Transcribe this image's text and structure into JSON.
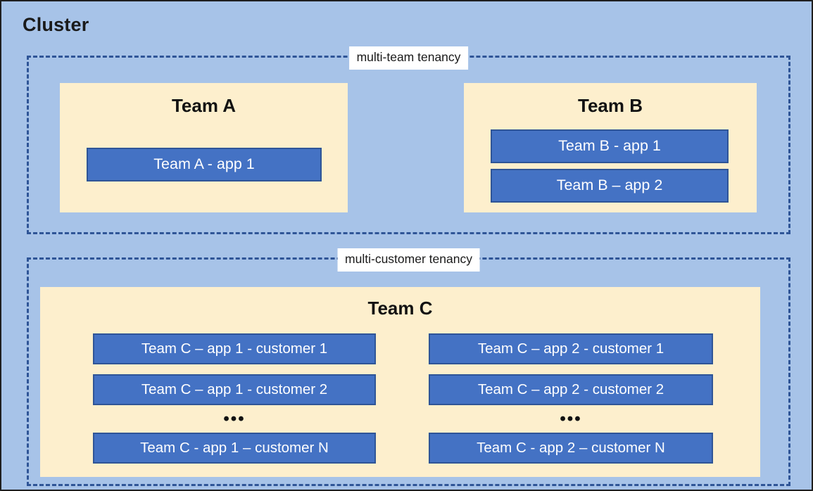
{
  "diagram": {
    "title": "Cluster",
    "background_color": "#A7C3E8",
    "accent_blue": "#4472C4",
    "border_blue": "#2F5597",
    "panel_yellow": "#FDEFCD",
    "ellipsis": "•••"
  },
  "groups": [
    {
      "id": "multi-team",
      "label": "multi-team tenancy",
      "teams": [
        {
          "id": "team-a",
          "heading": "Team A",
          "apps": [
            {
              "id": "team-a-app-1",
              "label": "Team A - app 1"
            }
          ]
        },
        {
          "id": "team-b",
          "heading": "Team B",
          "apps": [
            {
              "id": "team-b-app-1",
              "label": "Team B - app 1"
            },
            {
              "id": "team-b-app-2",
              "label": "Team B – app 2"
            }
          ]
        }
      ]
    },
    {
      "id": "multi-customer",
      "label": "multi-customer tenancy",
      "teams": [
        {
          "id": "team-c",
          "heading": "Team C",
          "columns": [
            {
              "id": "team-c-app-1",
              "apps": [
                {
                  "id": "team-c-app-1-customer-1",
                  "label": "Team C – app 1 - customer 1"
                },
                {
                  "id": "team-c-app-1-customer-2",
                  "label": "Team C – app 1 - customer 2"
                },
                {
                  "id": "team-c-app-1-customer-n",
                  "label": "Team C - app 1 – customer N"
                }
              ]
            },
            {
              "id": "team-c-app-2",
              "apps": [
                {
                  "id": "team-c-app-2-customer-1",
                  "label": "Team C – app 2 - customer 1"
                },
                {
                  "id": "team-c-app-2-customer-2",
                  "label": "Team C – app 2 - customer 2"
                },
                {
                  "id": "team-c-app-2-customer-n",
                  "label": "Team C - app 2 – customer N"
                }
              ]
            }
          ]
        }
      ]
    }
  ]
}
